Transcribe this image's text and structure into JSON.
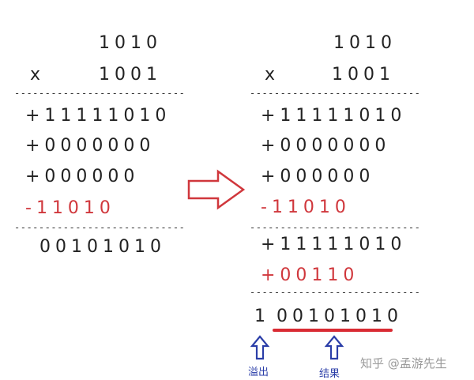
{
  "colors": {
    "text": "#222222",
    "negative": "#d0373c",
    "underline": "#d92b33",
    "arrow_right_stroke": "#d0373c",
    "arrow_up_stroke": "#2b3ea8"
  },
  "left": {
    "multiplicand": "1010",
    "op": "x",
    "multiplier": "1001",
    "separator": "----------------------------",
    "partials": [
      "+11111010",
      "+0000000",
      "+000000",
      "-11010"
    ],
    "separator2": "----------------------------",
    "result": "00101010"
  },
  "right": {
    "multiplicand": "1010",
    "op": "x",
    "multiplier": "1001",
    "separator": "----------------------------",
    "partials": [
      "+11111010",
      "+0000000",
      "+000000",
      "-11010"
    ],
    "separator2": "----------------------------",
    "sums": [
      "+11111010",
      "+00110"
    ],
    "separator3": "----------------------------",
    "result_overflow_bit": "1",
    "result_bits": "00101010",
    "overflow_label": "溢出",
    "result_label": "结果"
  },
  "icons": {
    "transform_arrow": "right-arrow-outline-icon",
    "overflow_arrow": "up-arrow-outline-icon",
    "result_arrow": "up-arrow-outline-icon"
  },
  "watermark": "知乎 @孟游先生"
}
